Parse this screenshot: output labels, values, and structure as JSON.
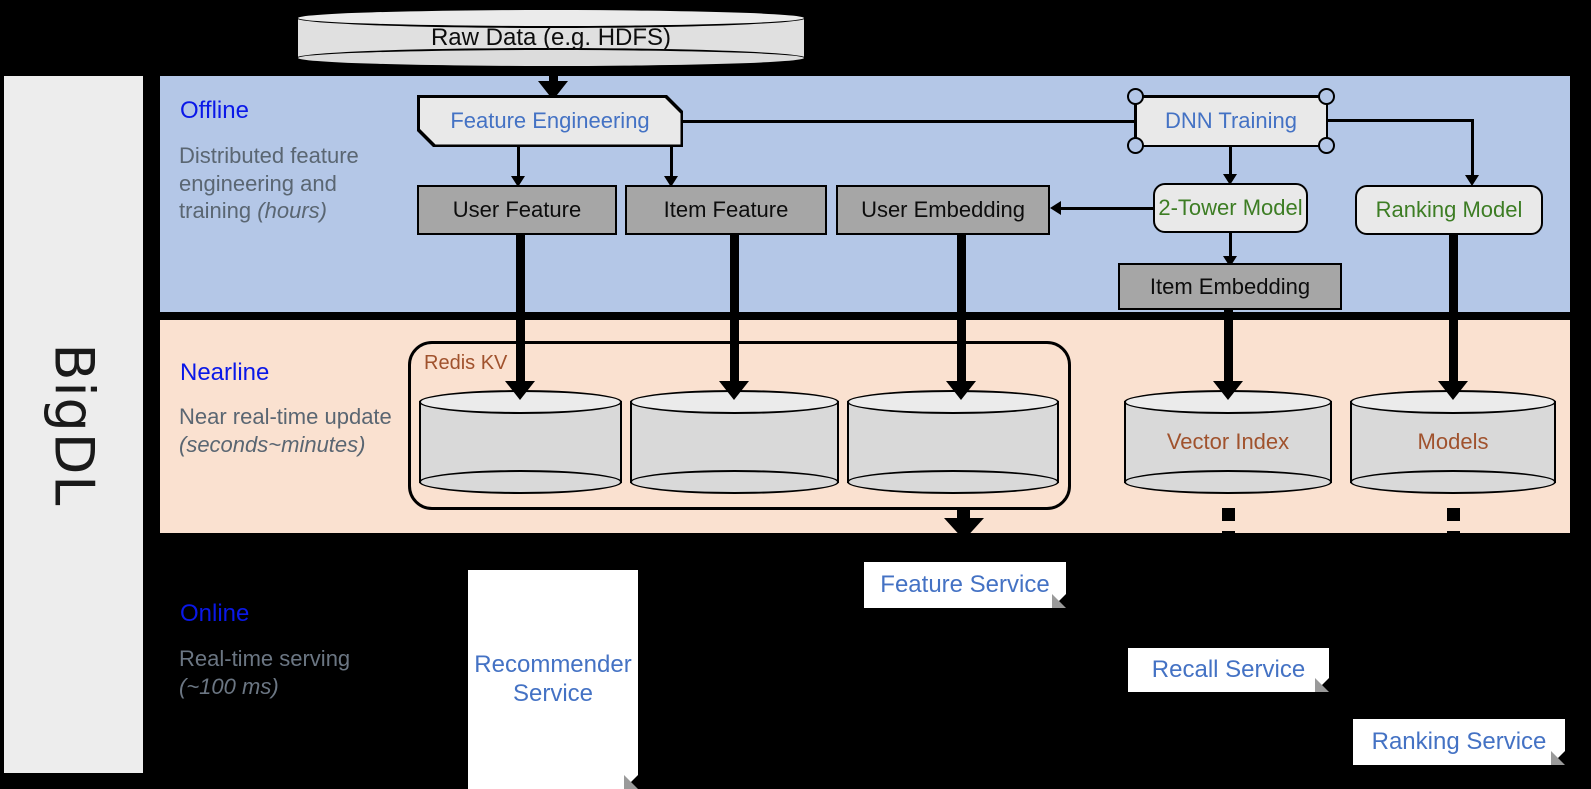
{
  "sidebar": {
    "label": "BigDL"
  },
  "bands": {
    "offline": {
      "title": "Offline",
      "desc_main": "Distributed feature engineering and training ",
      "desc_it": "(hours)"
    },
    "nearline": {
      "title": "Nearline",
      "desc_main": "Near real-time update ",
      "desc_it": "(seconds~minutes)"
    },
    "online": {
      "title": "Online",
      "desc_main": "Real-time serving ",
      "desc_it": "(~100 ms)"
    }
  },
  "source": {
    "raw_data": "Raw Data (e.g. HDFS)"
  },
  "offline": {
    "feature_engineering": "Feature Engineering",
    "dnn_training": "DNN Training",
    "user_feature": "User Feature",
    "item_feature": "Item Feature",
    "user_embedding": "User Embedding",
    "two_tower_model": "2-Tower Model",
    "ranking_model": "Ranking Model",
    "item_embedding": "Item Embedding"
  },
  "nearline": {
    "redis_kv": "Redis KV",
    "vector_index": "Vector Index",
    "models": "Models"
  },
  "online": {
    "recommender_service": "Recommender Service",
    "feature_service": "Feature Service",
    "recall_service": "Recall Service",
    "ranking_service": "Ranking Service"
  },
  "colors": {
    "offline_band": "#b4c7e7",
    "nearline_band": "#fae1d0",
    "online_band": "#000000",
    "band_title": "#0a18e8",
    "band_desc": "#5a6672",
    "green_text": "#3d7d24",
    "blue_text": "#4472c4",
    "brown_text": "#a0522d",
    "gray_box": "#a6a6a6",
    "light_box": "#e9e9e9",
    "sidebar": "#ededed"
  }
}
